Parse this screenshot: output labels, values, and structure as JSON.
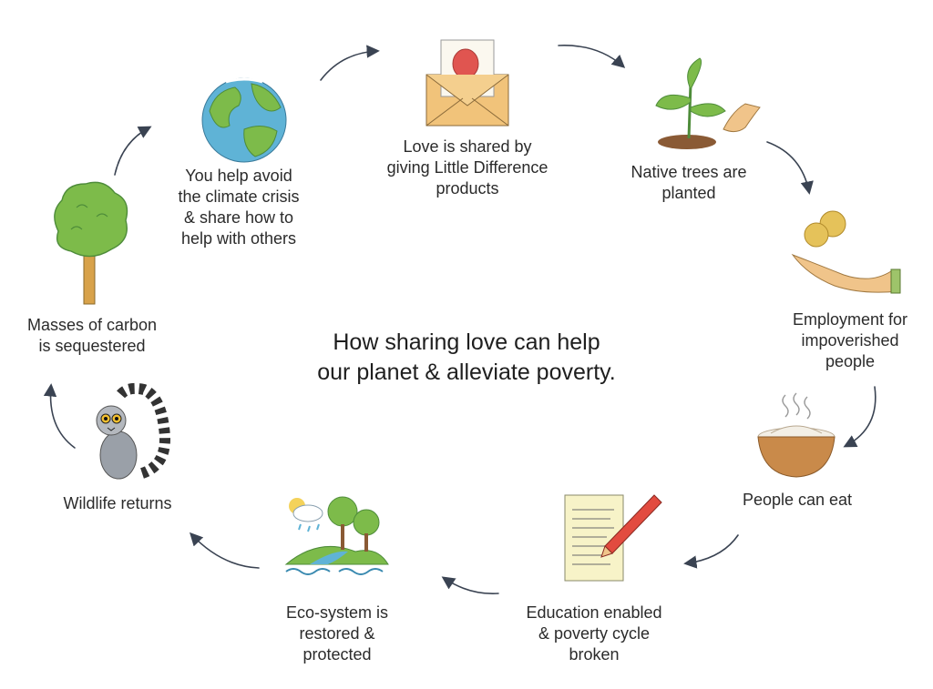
{
  "title": "How sharing love can help\nour planet & alleviate poverty.",
  "colors": {
    "arrow": "#3a4352",
    "leaf_green": "#7dbb4a",
    "dark_green": "#4e8c3a",
    "soil": "#8a5a35",
    "envelope": "#f1c37a",
    "balloon": "#e05550",
    "water": "#5fb3d6",
    "hand": "#f0c48a",
    "coin": "#e5c25a",
    "bowl": "#c98a4a",
    "paper": "#f7f3c8",
    "pencil": "#e24b3f",
    "lemur_grey": "#9aa0a8",
    "trunk": "#d8a24a"
  },
  "steps": [
    {
      "id": "love-shared",
      "text": "Love is shared by\ngiving Little Difference\nproducts",
      "icon": "envelope-balloon-icon"
    },
    {
      "id": "trees-planted",
      "text": "Native trees are\nplanted",
      "icon": "sapling-icon"
    },
    {
      "id": "employment",
      "text": "Employment for\nimpoverished\npeople",
      "icon": "hand-coins-icon"
    },
    {
      "id": "people-eat",
      "text": "People can eat",
      "icon": "food-bowl-icon"
    },
    {
      "id": "education",
      "text": "Education enabled\n& poverty cycle\nbroken",
      "icon": "notepad-pencil-icon"
    },
    {
      "id": "ecosystem",
      "text": "Eco-system is\nrestored &\nprotected",
      "icon": "ecosystem-icon"
    },
    {
      "id": "wildlife",
      "text": "Wildlife returns",
      "icon": "lemur-icon"
    },
    {
      "id": "carbon",
      "text": "Masses of carbon\nis sequestered",
      "icon": "tree-icon"
    },
    {
      "id": "climate",
      "text": "You help avoid\nthe climate crisis\n& share how to\nhelp with others",
      "icon": "globe-icon"
    }
  ]
}
